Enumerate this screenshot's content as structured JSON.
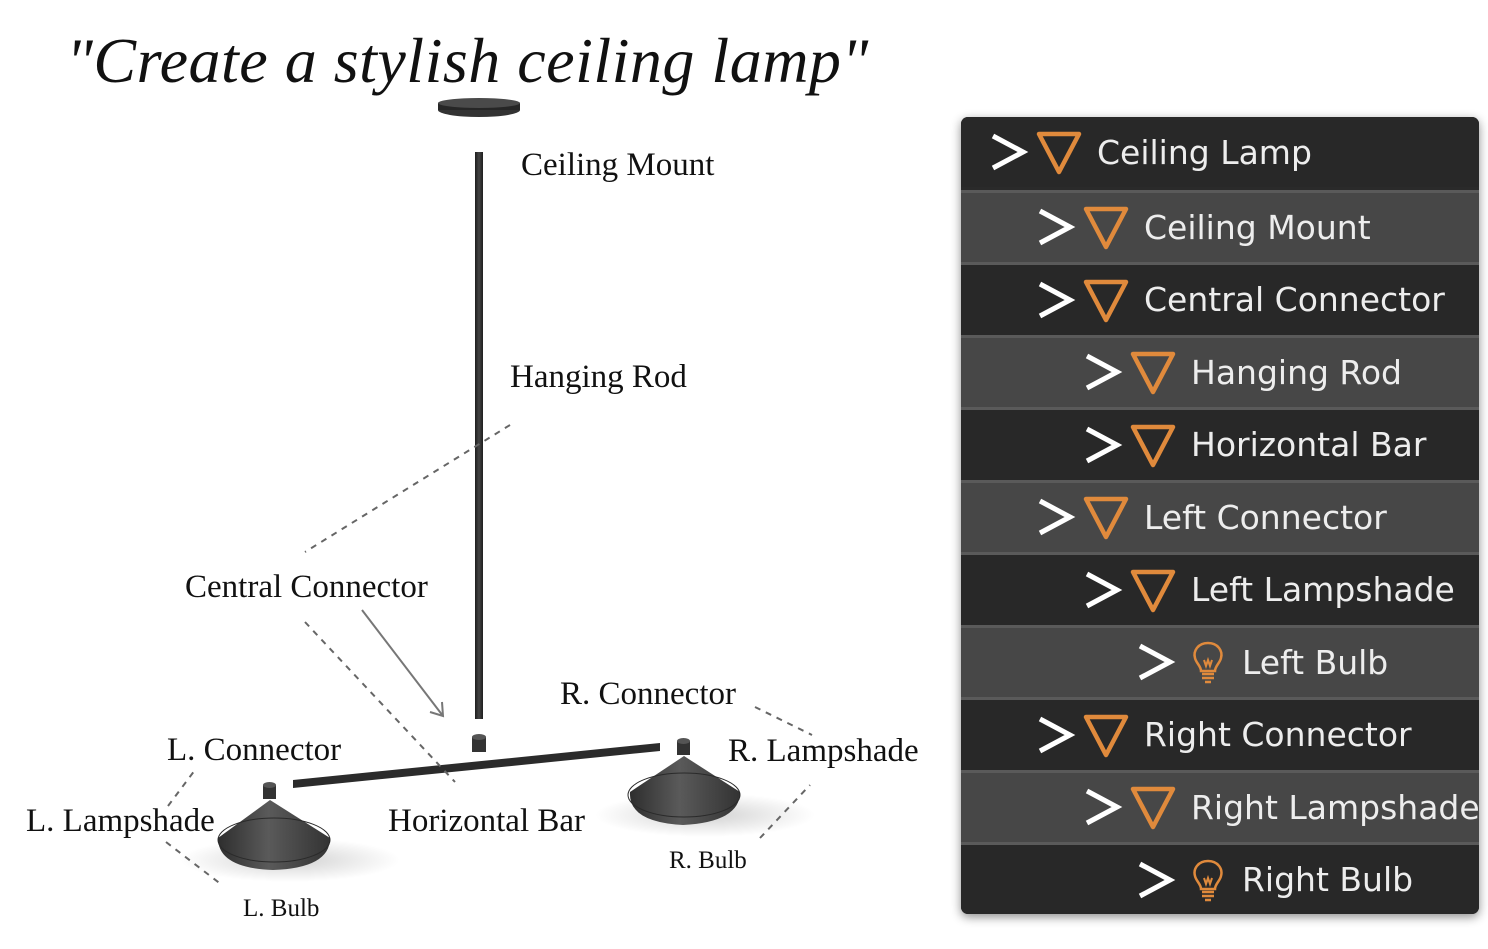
{
  "prompt": "\"Create a stylish ceiling lamp\"",
  "labels": {
    "ceiling_mount": "Ceiling Mount",
    "hanging_rod": "Hanging Rod",
    "central_connector": "Central Connector",
    "r_connector": "R. Connector",
    "l_connector": "L. Connector",
    "r_lampshade": "R. Lampshade",
    "l_lampshade": "L. Lampshade",
    "horizontal_bar": "Horizontal Bar",
    "r_bulb": "R. Bulb",
    "l_bulb": "L. Bulb"
  },
  "hierarchy": [
    {
      "name": "Ceiling Lamp",
      "depth": 0,
      "icon": "cone-icon"
    },
    {
      "name": "Ceiling Mount",
      "depth": 1,
      "icon": "cone-icon"
    },
    {
      "name": "Central Connector",
      "depth": 1,
      "icon": "cone-icon"
    },
    {
      "name": "Hanging Rod",
      "depth": 2,
      "icon": "cone-icon"
    },
    {
      "name": "Horizontal Bar",
      "depth": 2,
      "icon": "cone-icon"
    },
    {
      "name": "Left Connector",
      "depth": 1,
      "icon": "cone-icon"
    },
    {
      "name": "Left Lampshade",
      "depth": 2,
      "icon": "cone-icon"
    },
    {
      "name": "Left Bulb",
      "depth": 3,
      "icon": "bulb-icon"
    },
    {
      "name": "Right Connector",
      "depth": 1,
      "icon": "cone-icon"
    },
    {
      "name": "Right Lampshade",
      "depth": 2,
      "icon": "cone-icon"
    },
    {
      "name": "Right Bulb",
      "depth": 3,
      "icon": "bulb-icon"
    }
  ],
  "colors": {
    "panel_bg": "#282828",
    "row_alt_bg": "#474747",
    "icon_accent": "#e08a3c",
    "tree_text": "#ededed"
  }
}
